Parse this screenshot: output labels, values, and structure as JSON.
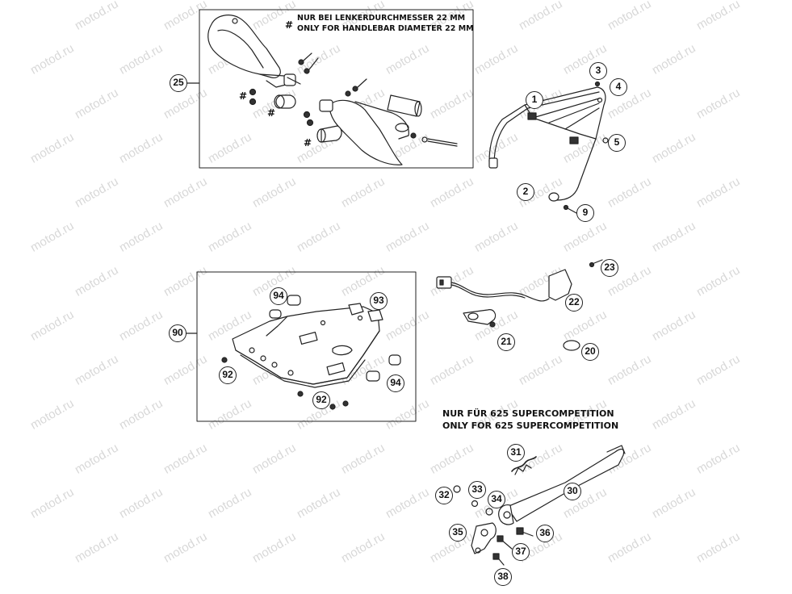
{
  "notes": {
    "handlebar_de": "NUR BEI LENKERDURCHMESSER 22 MM",
    "handlebar_en": "ONLY FOR HANDLEBAR DIAMETER 22 MM",
    "sc_de": "NUR FÜR 625 SUPERCOMPETITION",
    "sc_en": "ONLY FOR 625 SUPERCOMPETITION"
  },
  "hash_symbol": "#",
  "watermark": "motod.ru",
  "callouts": [
    {
      "id": "c25",
      "label": "25"
    },
    {
      "id": "c1",
      "label": "1"
    },
    {
      "id": "c3",
      "label": "3"
    },
    {
      "id": "c4",
      "label": "4"
    },
    {
      "id": "c5",
      "label": "5"
    },
    {
      "id": "c2",
      "label": "2"
    },
    {
      "id": "c9",
      "label": "9"
    },
    {
      "id": "c23",
      "label": "23"
    },
    {
      "id": "c22",
      "label": "22"
    },
    {
      "id": "c21",
      "label": "21"
    },
    {
      "id": "c20",
      "label": "20"
    },
    {
      "id": "c90",
      "label": "90"
    },
    {
      "id": "c94a",
      "label": "94"
    },
    {
      "id": "c93",
      "label": "93"
    },
    {
      "id": "c92a",
      "label": "92"
    },
    {
      "id": "c92b",
      "label": "92"
    },
    {
      "id": "c94b",
      "label": "94"
    },
    {
      "id": "c31",
      "label": "31"
    },
    {
      "id": "c30",
      "label": "30"
    },
    {
      "id": "c32",
      "label": "32"
    },
    {
      "id": "c33",
      "label": "33"
    },
    {
      "id": "c34",
      "label": "34"
    },
    {
      "id": "c35",
      "label": "35"
    },
    {
      "id": "c36",
      "label": "36"
    },
    {
      "id": "c37",
      "label": "37"
    },
    {
      "id": "c38",
      "label": "38"
    }
  ]
}
